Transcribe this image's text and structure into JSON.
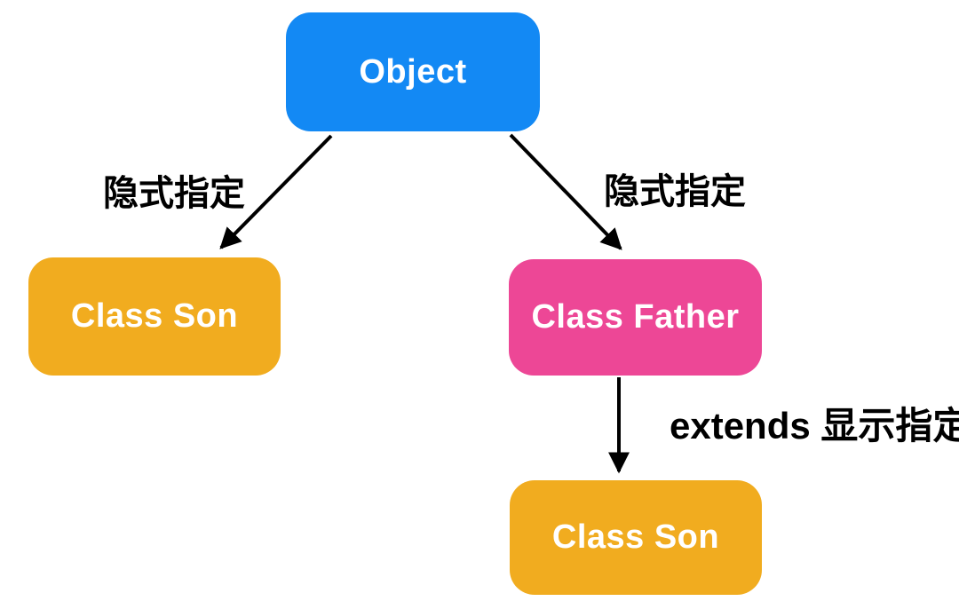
{
  "diagram": {
    "background": "#FFFFFF",
    "edge_color": "#000000",
    "nodes": {
      "object": {
        "label": "Object",
        "color": "#1389F4",
        "text_color": "#FFFFFF"
      },
      "son_left": {
        "label": "Class Son",
        "color": "#F1AC1F",
        "text_color": "#FFFFFF"
      },
      "father": {
        "label": "Class Father",
        "color": "#ED4796",
        "text_color": "#FFFFFF"
      },
      "son_bottom": {
        "label": "Class Son",
        "color": "#F1AC1F",
        "text_color": "#FFFFFF"
      }
    },
    "edges": [
      {
        "from": "object",
        "to": "son_left",
        "label": "隐式指定"
      },
      {
        "from": "object",
        "to": "father",
        "label": "隐式指定"
      },
      {
        "from": "father",
        "to": "son_bottom",
        "label": "extends 显示指定"
      }
    ]
  }
}
